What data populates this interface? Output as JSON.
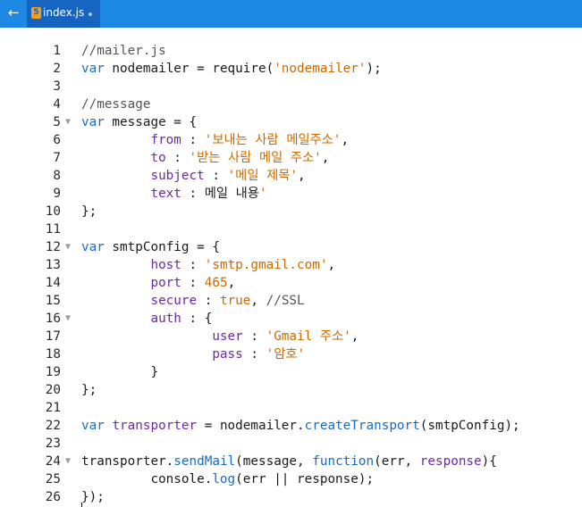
{
  "tabbar": {
    "back_glyph": "←",
    "file_icon_glyph": "5",
    "filename": "index.js"
  },
  "colors": {
    "tab_bar": "#1e88e5",
    "active_tab": "#1565c0",
    "keyword": "#1a6bbf",
    "property": "#6a2ca0",
    "string": "#c96a00",
    "comment": "#555555"
  },
  "lines": [
    {
      "n": "1",
      "tokens": [
        {
          "t": "//mailer.js",
          "c": "cm"
        }
      ]
    },
    {
      "n": "2",
      "tokens": [
        {
          "t": "var",
          "c": "kw"
        },
        {
          "t": " nodemailer = require("
        },
        {
          "t": "'nodemailer'",
          "c": "str"
        },
        {
          "t": ");"
        }
      ]
    },
    {
      "n": "3",
      "tokens": []
    },
    {
      "n": "4",
      "tokens": [
        {
          "t": "//message",
          "c": "cm"
        }
      ]
    },
    {
      "n": "5",
      "fold": true,
      "tokens": [
        {
          "t": "var",
          "c": "kw"
        },
        {
          "t": " message = {"
        }
      ]
    },
    {
      "n": "6",
      "tokens": [
        {
          "t": "         "
        },
        {
          "t": "from",
          "c": "prop"
        },
        {
          "t": " : "
        },
        {
          "t": "'보내는 사람 메일주소'",
          "c": "str"
        },
        {
          "t": ","
        }
      ]
    },
    {
      "n": "7",
      "tokens": [
        {
          "t": "         "
        },
        {
          "t": "to",
          "c": "prop"
        },
        {
          "t": " : "
        },
        {
          "t": "'받는 사람 메일 주소'",
          "c": "str"
        },
        {
          "t": ","
        }
      ]
    },
    {
      "n": "8",
      "tokens": [
        {
          "t": "         "
        },
        {
          "t": "subject",
          "c": "prop"
        },
        {
          "t": " : "
        },
        {
          "t": "'메일 제목'",
          "c": "str"
        },
        {
          "t": ","
        }
      ]
    },
    {
      "n": "9",
      "tokens": [
        {
          "t": "         "
        },
        {
          "t": "text",
          "c": "prop"
        },
        {
          "t": " : 메일 내용"
        },
        {
          "t": "'",
          "c": "str"
        }
      ]
    },
    {
      "n": "10",
      "tokens": [
        {
          "t": "};"
        }
      ]
    },
    {
      "n": "11",
      "tokens": []
    },
    {
      "n": "12",
      "fold": true,
      "tokens": [
        {
          "t": "var",
          "c": "kw"
        },
        {
          "t": " smtpConfig = {"
        }
      ]
    },
    {
      "n": "13",
      "tokens": [
        {
          "t": "         "
        },
        {
          "t": "host",
          "c": "prop"
        },
        {
          "t": " : "
        },
        {
          "t": "'smtp.gmail.com'",
          "c": "str"
        },
        {
          "t": ","
        }
      ]
    },
    {
      "n": "14",
      "tokens": [
        {
          "t": "         "
        },
        {
          "t": "port",
          "c": "prop"
        },
        {
          "t": " : "
        },
        {
          "t": "465",
          "c": "num"
        },
        {
          "t": ","
        }
      ]
    },
    {
      "n": "15",
      "tokens": [
        {
          "t": "         "
        },
        {
          "t": "secure",
          "c": "prop"
        },
        {
          "t": " : "
        },
        {
          "t": "true",
          "c": "num"
        },
        {
          "t": ", "
        },
        {
          "t": "//SSL",
          "c": "cm"
        }
      ]
    },
    {
      "n": "16",
      "fold": true,
      "tokens": [
        {
          "t": "         "
        },
        {
          "t": "auth",
          "c": "prop"
        },
        {
          "t": " : {"
        }
      ]
    },
    {
      "n": "17",
      "tokens": [
        {
          "t": "                 "
        },
        {
          "t": "user",
          "c": "prop"
        },
        {
          "t": " : "
        },
        {
          "t": "'Gmail 주소'",
          "c": "str"
        },
        {
          "t": ","
        }
      ]
    },
    {
      "n": "18",
      "tokens": [
        {
          "t": "                 "
        },
        {
          "t": "pass",
          "c": "prop"
        },
        {
          "t": " : "
        },
        {
          "t": "'암호'",
          "c": "str"
        }
      ]
    },
    {
      "n": "19",
      "tokens": [
        {
          "t": "         }"
        }
      ]
    },
    {
      "n": "20",
      "tokens": [
        {
          "t": "};"
        }
      ]
    },
    {
      "n": "21",
      "tokens": []
    },
    {
      "n": "22",
      "tokens": [
        {
          "t": "var",
          "c": "kw"
        },
        {
          "t": " "
        },
        {
          "t": "transporter",
          "c": "prop"
        },
        {
          "t": " = nodemailer."
        },
        {
          "t": "createTransport",
          "c": "fn"
        },
        {
          "t": "(smtpConfig);"
        }
      ]
    },
    {
      "n": "23",
      "tokens": []
    },
    {
      "n": "24",
      "fold": true,
      "tokens": [
        {
          "t": "transporter."
        },
        {
          "t": "sendMail",
          "c": "fn"
        },
        {
          "t": "(message, "
        },
        {
          "t": "function",
          "c": "kw"
        },
        {
          "t": "(err, "
        },
        {
          "t": "response",
          "c": "prop"
        },
        {
          "t": "){"
        }
      ]
    },
    {
      "n": "25",
      "tokens": [
        {
          "t": "         console."
        },
        {
          "t": "log",
          "c": "fn"
        },
        {
          "t": "(err || response);"
        }
      ]
    },
    {
      "n": "26",
      "tokens": [
        {
          "t": "});"
        }
      ]
    }
  ]
}
